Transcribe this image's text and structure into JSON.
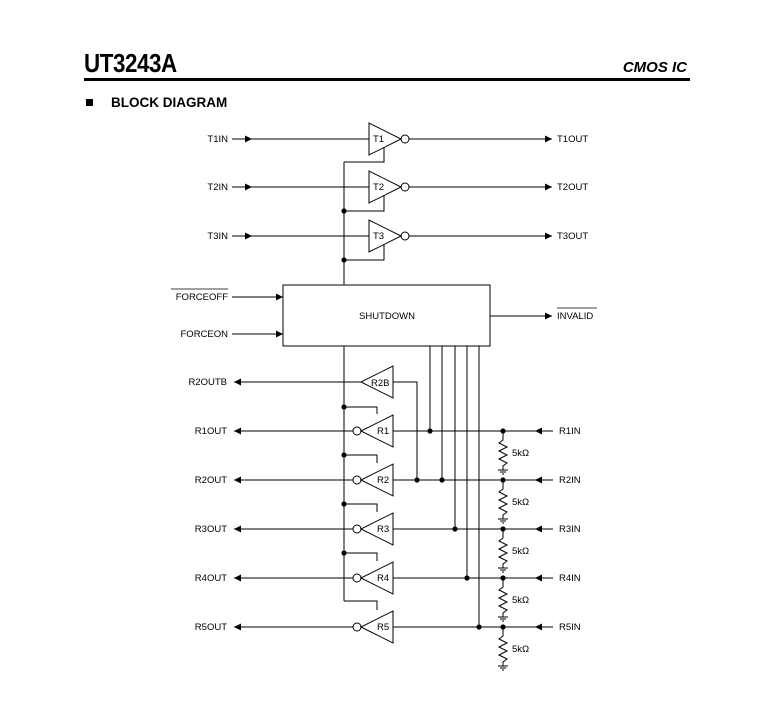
{
  "header": {
    "part_number": "UT3243A",
    "category": "CMOS IC"
  },
  "section": {
    "title": "BLOCK DIAGRAM"
  },
  "transmitters": [
    {
      "input": "T1IN",
      "label": "T1",
      "output": "T1OUT"
    },
    {
      "input": "T2IN",
      "label": "T2",
      "output": "T2OUT"
    },
    {
      "input": "T3IN",
      "label": "T3",
      "output": "T3OUT"
    }
  ],
  "shutdown": {
    "label": "SHUTDOWN",
    "inputs": [
      "FORCEOFF",
      "FORCEON"
    ],
    "output": "INVALID"
  },
  "receivers": [
    {
      "label": "R2B",
      "output": "R2OUTB"
    },
    {
      "label": "R1",
      "output": "R1OUT",
      "input": "R1IN",
      "resistor": "5kΩ"
    },
    {
      "label": "R2",
      "output": "R2OUT",
      "input": "R2IN",
      "resistor": "5kΩ"
    },
    {
      "label": "R3",
      "output": "R3OUT",
      "input": "R3IN",
      "resistor": "5kΩ"
    },
    {
      "label": "R4",
      "output": "R4OUT",
      "input": "R4IN",
      "resistor": "5kΩ"
    },
    {
      "label": "R5",
      "output": "R5OUT",
      "input": "R5IN",
      "resistor": "5kΩ"
    }
  ]
}
